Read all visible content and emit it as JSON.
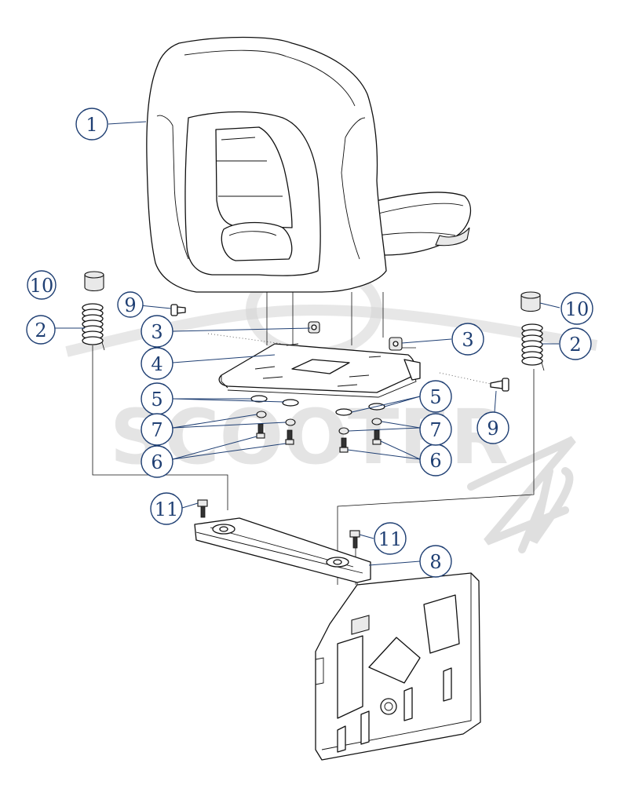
{
  "watermark": {
    "brand_text": "SCOOTER",
    "script_text": "zip"
  },
  "callouts": [
    {
      "id": "c1a",
      "number": "1"
    },
    {
      "id": "c2a",
      "number": "2"
    },
    {
      "id": "c2b",
      "number": "2"
    },
    {
      "id": "c3a",
      "number": "3"
    },
    {
      "id": "c3b",
      "number": "3"
    },
    {
      "id": "c4a",
      "number": "4"
    },
    {
      "id": "c5a",
      "number": "5"
    },
    {
      "id": "c5b",
      "number": "5"
    },
    {
      "id": "c6a",
      "number": "6"
    },
    {
      "id": "c6b",
      "number": "6"
    },
    {
      "id": "c7a",
      "number": "7"
    },
    {
      "id": "c7b",
      "number": "7"
    },
    {
      "id": "c8a",
      "number": "8"
    },
    {
      "id": "c9a",
      "number": "9"
    },
    {
      "id": "c9b",
      "number": "9"
    },
    {
      "id": "c10a",
      "number": "10"
    },
    {
      "id": "c10b",
      "number": "10"
    },
    {
      "id": "c11a",
      "number": "11"
    },
    {
      "id": "c11b",
      "number": "11"
    }
  ],
  "colors": {
    "callout": "#1f3f73",
    "line_art": "#111111",
    "watermark": "#cfcfcf"
  }
}
